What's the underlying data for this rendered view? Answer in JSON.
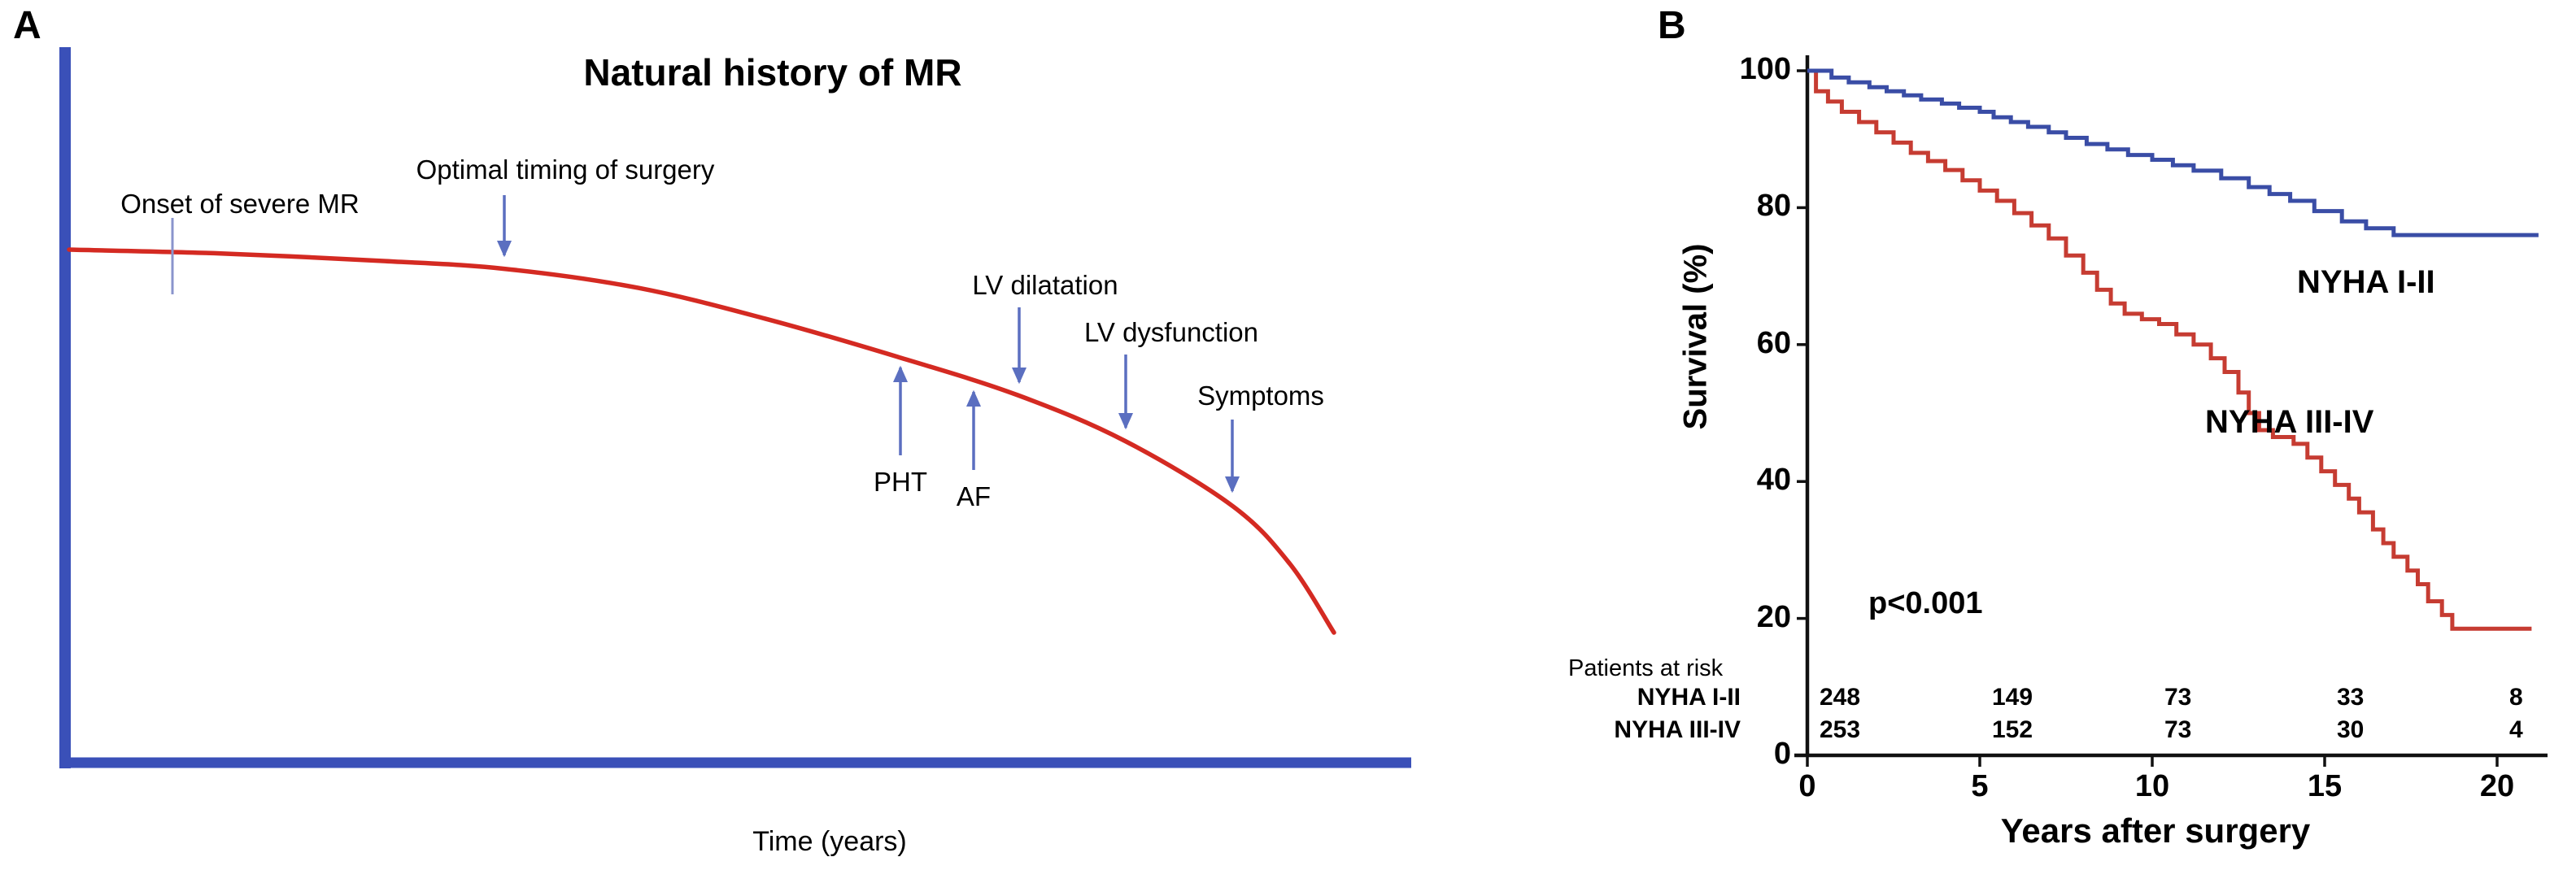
{
  "figure": {
    "panel_a_label": "A",
    "panel_b_label": "B"
  },
  "chart_data": [
    {
      "panel": "A",
      "type": "line",
      "title": "Natural history of MR",
      "xlabel": "Time (years)",
      "curve_color": "#d42a22",
      "axis_color": "#3a50b8",
      "annotation_color": "#5b6fc0",
      "annotations": {
        "onset": "Onset of severe MR",
        "optimal": "Optimal timing of surgery",
        "pht": "PHT",
        "af": "AF",
        "lv_dilatation": "LV dilatation",
        "lv_dysfunction": "LV dysfunction",
        "symptoms": "Symptoms"
      },
      "curve": {
        "x": [
          0,
          0.12,
          0.25,
          0.344,
          0.45,
          0.55,
          0.655,
          0.75,
          0.835,
          0.92,
          0.965,
          1.0
        ],
        "y": [
          1.0,
          0.99,
          0.97,
          0.95,
          0.9,
          0.82,
          0.72,
          0.62,
          0.5,
          0.33,
          0.18,
          0.0
        ]
      }
    },
    {
      "panel": "B",
      "type": "line",
      "subtype": "kaplan_meier_step",
      "xlabel": "Years after surgery",
      "ylabel": "Survival (%)",
      "xlim": [
        0,
        21
      ],
      "ylim": [
        0,
        100
      ],
      "xticks": [
        0,
        5,
        10,
        15,
        20
      ],
      "yticks": [
        0,
        20,
        40,
        60,
        80,
        100
      ],
      "p_value": "p<0.001",
      "axis_color": "#111111",
      "series": [
        {
          "name": "NYHA I-II",
          "color": "#3a4da6",
          "x": [
            0,
            0.7,
            1.2,
            1.8,
            2.3,
            2.8,
            3.3,
            3.9,
            4.4,
            5.0,
            5.4,
            5.9,
            6.4,
            7.0,
            7.5,
            8.1,
            8.7,
            9.3,
            10.0,
            10.6,
            11.2,
            12.0,
            12.8,
            13.4,
            14.0,
            14.7,
            15.5,
            16.2,
            17.0,
            21.2
          ],
          "y": [
            100,
            99,
            98.3,
            97.6,
            97,
            96.4,
            95.8,
            95.2,
            94.6,
            94,
            93.2,
            92.5,
            91.8,
            91,
            90.2,
            89.3,
            88.5,
            87.7,
            87,
            86.2,
            85.4,
            84.3,
            83,
            82,
            81,
            79.5,
            78,
            77,
            76,
            76
          ]
        },
        {
          "name": "NYHA III-IV",
          "color": "#c63c32",
          "x": [
            0,
            0.25,
            0.6,
            1.0,
            1.5,
            2.0,
            2.5,
            3.0,
            3.5,
            4.0,
            4.5,
            5.0,
            5.5,
            6.0,
            6.5,
            7.0,
            7.5,
            8.0,
            8.4,
            8.8,
            9.2,
            9.7,
            10.2,
            10.7,
            11.2,
            11.7,
            12.1,
            12.5,
            12.8,
            13.1,
            13.5,
            14.1,
            14.5,
            14.9,
            15.3,
            15.7,
            16.0,
            16.4,
            16.7,
            17.0,
            17.4,
            17.7,
            18.0,
            18.4,
            18.7,
            21.0
          ],
          "y": [
            100,
            97,
            95.5,
            94,
            92.5,
            91,
            89.5,
            88,
            86.8,
            85.5,
            84,
            82.5,
            81,
            79.2,
            77.4,
            75.5,
            73,
            70.5,
            68,
            66,
            64.5,
            63.7,
            63,
            61.5,
            60,
            58,
            56,
            53,
            50,
            47.5,
            46.5,
            45.5,
            43.5,
            41.5,
            39.5,
            37.5,
            35.5,
            33,
            31,
            29,
            27,
            25,
            22.5,
            20.5,
            18.5,
            18.5
          ]
        }
      ],
      "at_risk": {
        "title": "Patients at risk",
        "times": [
          0,
          5,
          10,
          15,
          20
        ],
        "rows": [
          {
            "name": "NYHA I-II",
            "counts": [
              "248",
              "149",
              "73",
              "33",
              "8"
            ]
          },
          {
            "name": "NYHA III-IV",
            "counts": [
              "253",
              "152",
              "73",
              "30",
              "4"
            ]
          }
        ]
      }
    }
  ]
}
